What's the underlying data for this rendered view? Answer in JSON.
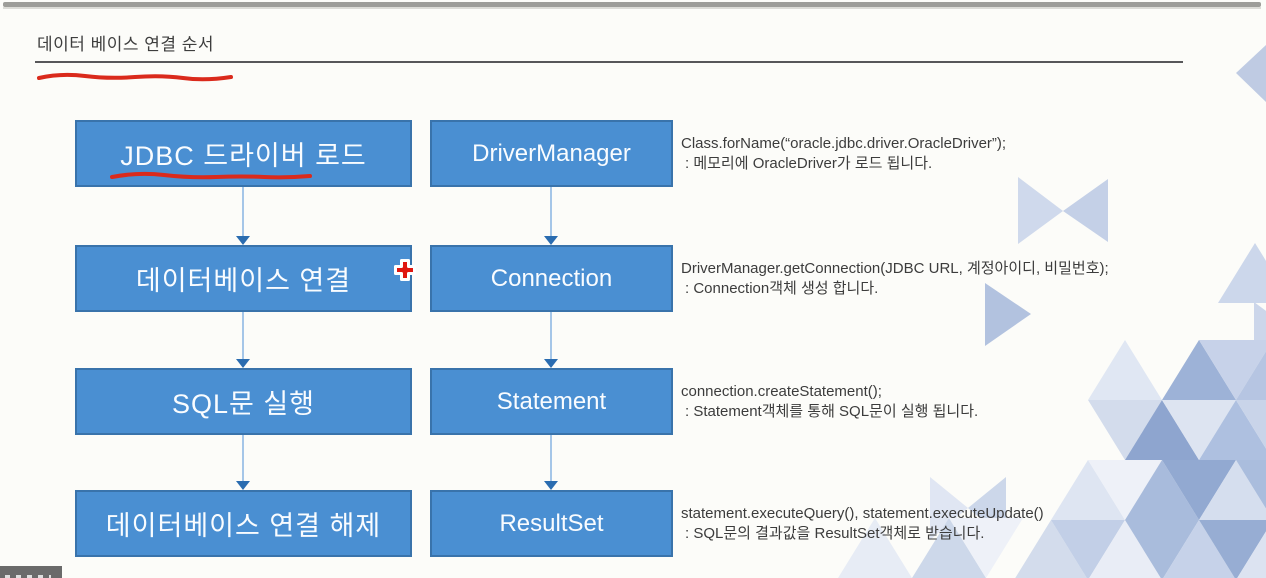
{
  "slide": {
    "title": "데이터 베이스 연결 순서"
  },
  "flow": {
    "rows": [
      {
        "step": "JDBC 드라이버 로드",
        "object": "DriverManager",
        "desc_line1": "Class.forName(“oracle.jdbc.driver.OracleDriver”);",
        "desc_line2": ": 메모리에 OracleDriver가 로드 됩니다."
      },
      {
        "step": "데이터베이스 연결",
        "object": "Connection",
        "desc_line1": "DriverManager.getConnection(JDBC URL, 계정아이디, 비밀번호);",
        "desc_line2": ": Connection객체 생성 합니다."
      },
      {
        "step": "SQL문 실행",
        "object": "Statement",
        "desc_line1": "connection.createStatement();",
        "desc_line2": ": Statement객체를 통해 SQL문이 실행 됩니다."
      },
      {
        "step": "데이터베이스 연결 해제",
        "object": "ResultSet",
        "desc_line1": "statement.executeQuery(), statement.executeUpdate()",
        "desc_line2": ": SQL문의 결과값을 ResultSet객체로 받습니다."
      }
    ]
  },
  "annotations": {
    "red_underline_title": "hand-drawn red underline under slide title",
    "red_underline_step1": "hand-drawn red underline under JDBC 드라이버 로드",
    "red_plus_marker": "red plus-shaped pointer marker beside 데이터베이스 연결 box"
  },
  "colors": {
    "box_fill": "#4a8fd2",
    "box_border": "#3973ab",
    "box_text": "#f9fcff",
    "arrow_line": "#a5c6e8",
    "arrow_head": "#2a6cb0",
    "annotation_red": "#da2a1c",
    "title_text": "#3e3e3e",
    "desc_text": "#3c3c3c",
    "top_bar": "#9d9d99",
    "caption_bg": "#6a6a6a",
    "decor_triangles": [
      "#e9edf6",
      "#dce3f1",
      "#c6d2e9",
      "#aabddd",
      "#9db2d7",
      "#8ea5cf"
    ]
  }
}
